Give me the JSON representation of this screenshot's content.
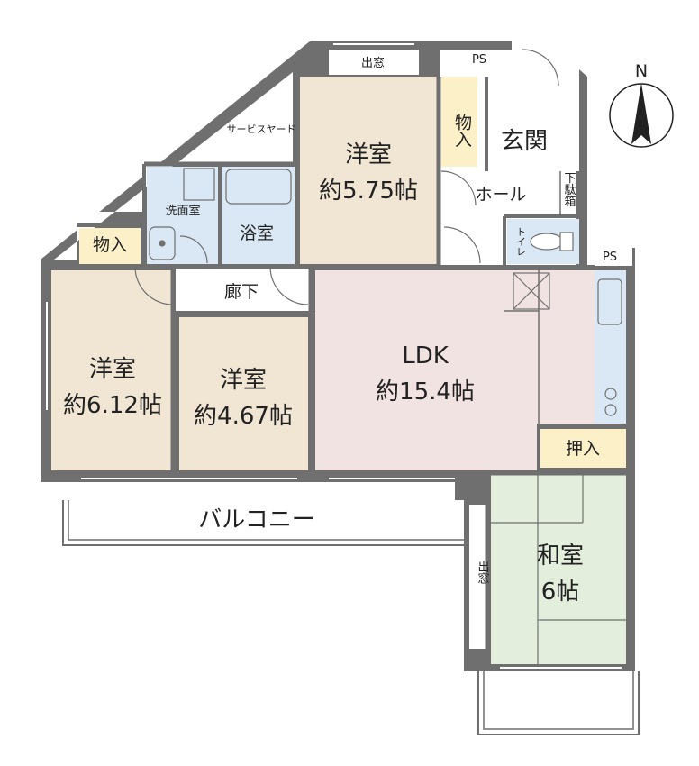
{
  "colors": {
    "wall": "#6f6f6f",
    "western_room": "#f1e6d4",
    "ldk": "#f2e3e3",
    "japanese_room": "#e3eedd",
    "wet_area": "#d9e8f4",
    "storage": "#fbf0c8",
    "hall": "#ffffff"
  },
  "compass": {
    "north_label": "N"
  },
  "rooms": {
    "western_top": {
      "name": "洋室",
      "size": "約5.75帖"
    },
    "western_left": {
      "name": "洋室",
      "size": "約6.12帖"
    },
    "western_mid": {
      "name": "洋室",
      "size": "約4.67帖"
    },
    "ldk": {
      "name": "LDK",
      "size": "約15.4帖"
    },
    "japanese": {
      "name": "和室",
      "size": "6帖"
    }
  },
  "labels": {
    "bay_window_top": "出窓",
    "bay_window_side": "出窓",
    "ps_top": "PS",
    "ps_right": "PS",
    "storage_top": "物入",
    "storage_left": "物入",
    "closet": "押入",
    "entrance": "玄関",
    "shoe_box": "下駄箱",
    "hall": "ホール",
    "toilet": "トイレ",
    "washroom": "洗面室",
    "bathroom": "浴室",
    "corridor": "廊下",
    "service_yard": "サービスヤード",
    "balcony": "バルコニー"
  }
}
